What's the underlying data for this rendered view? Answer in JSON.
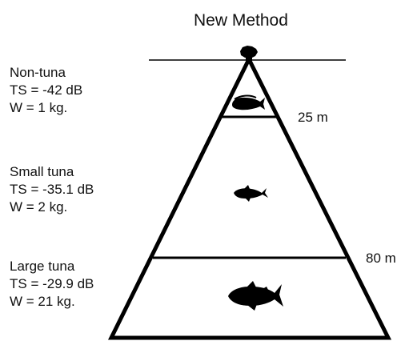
{
  "title": "New Method",
  "layers": [
    {
      "name": "Non-tuna",
      "ts": "TS = -42 dB",
      "weight": "W = 1 kg.",
      "fish_icon": "dolphinfish-icon"
    },
    {
      "name": "Small tuna",
      "ts": "TS = -35.1 dB",
      "weight": "W = 2 kg.",
      "fish_icon": "small-tuna-icon"
    },
    {
      "name": "Large tuna",
      "ts": "TS = -29.9 dB",
      "weight": "W = 21 kg.",
      "fish_icon": "large-tuna-icon"
    }
  ],
  "depths": [
    {
      "label": "25 m"
    },
    {
      "label": "80 m"
    }
  ],
  "colors": {
    "line": "#000000",
    "fill": "#ffffff"
  }
}
